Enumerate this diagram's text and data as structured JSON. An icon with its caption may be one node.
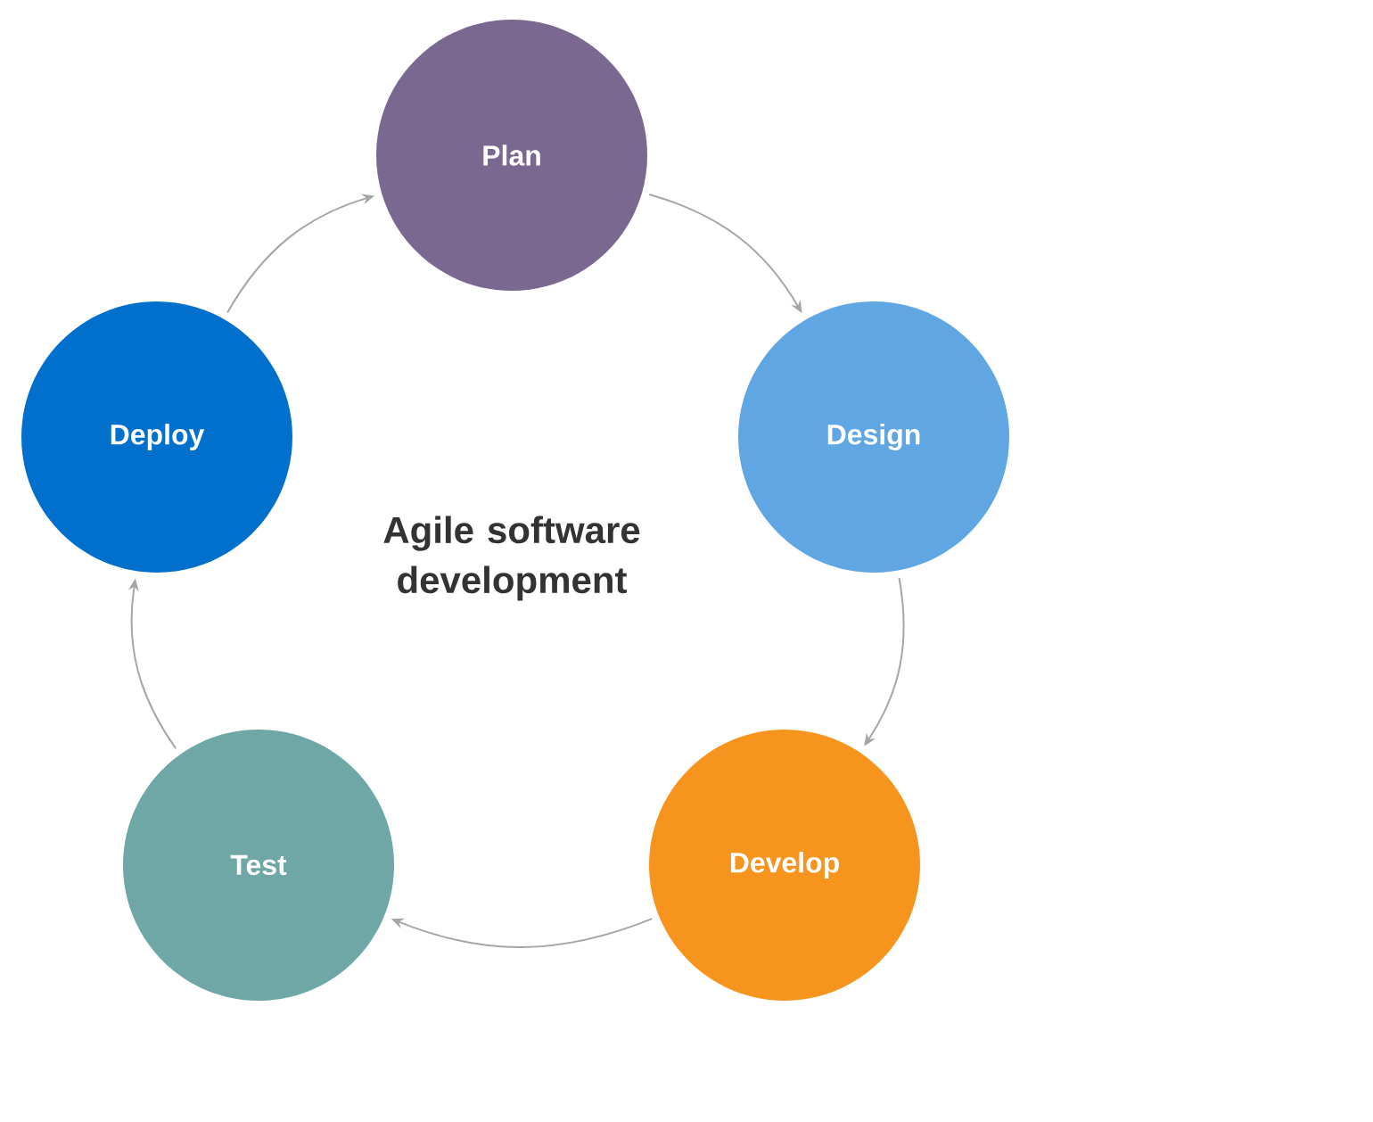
{
  "diagram": {
    "nodes": [
      {
        "text": [
          "Plan"
        ]
      },
      {
        "text": [
          "Design"
        ]
      },
      {
        "text": [
          "Develop"
        ]
      },
      {
        "text": [
          "Test"
        ]
      },
      {
        "text": [
          "Deploy"
        ]
      }
    ],
    "edges": [
      {
        "from": 0,
        "to": 1,
        "arrow": "to"
      },
      {
        "from": 1,
        "to": 2,
        "arrow": "to"
      },
      {
        "from": 2,
        "to": 3,
        "arrow": "to"
      },
      {
        "from": 3,
        "to": 4,
        "arrow": "to"
      },
      {
        "from": 4,
        "to": 0,
        "arrow": "to"
      }
    ],
    "labels": [
      "Agile software development"
    ]
  }
}
